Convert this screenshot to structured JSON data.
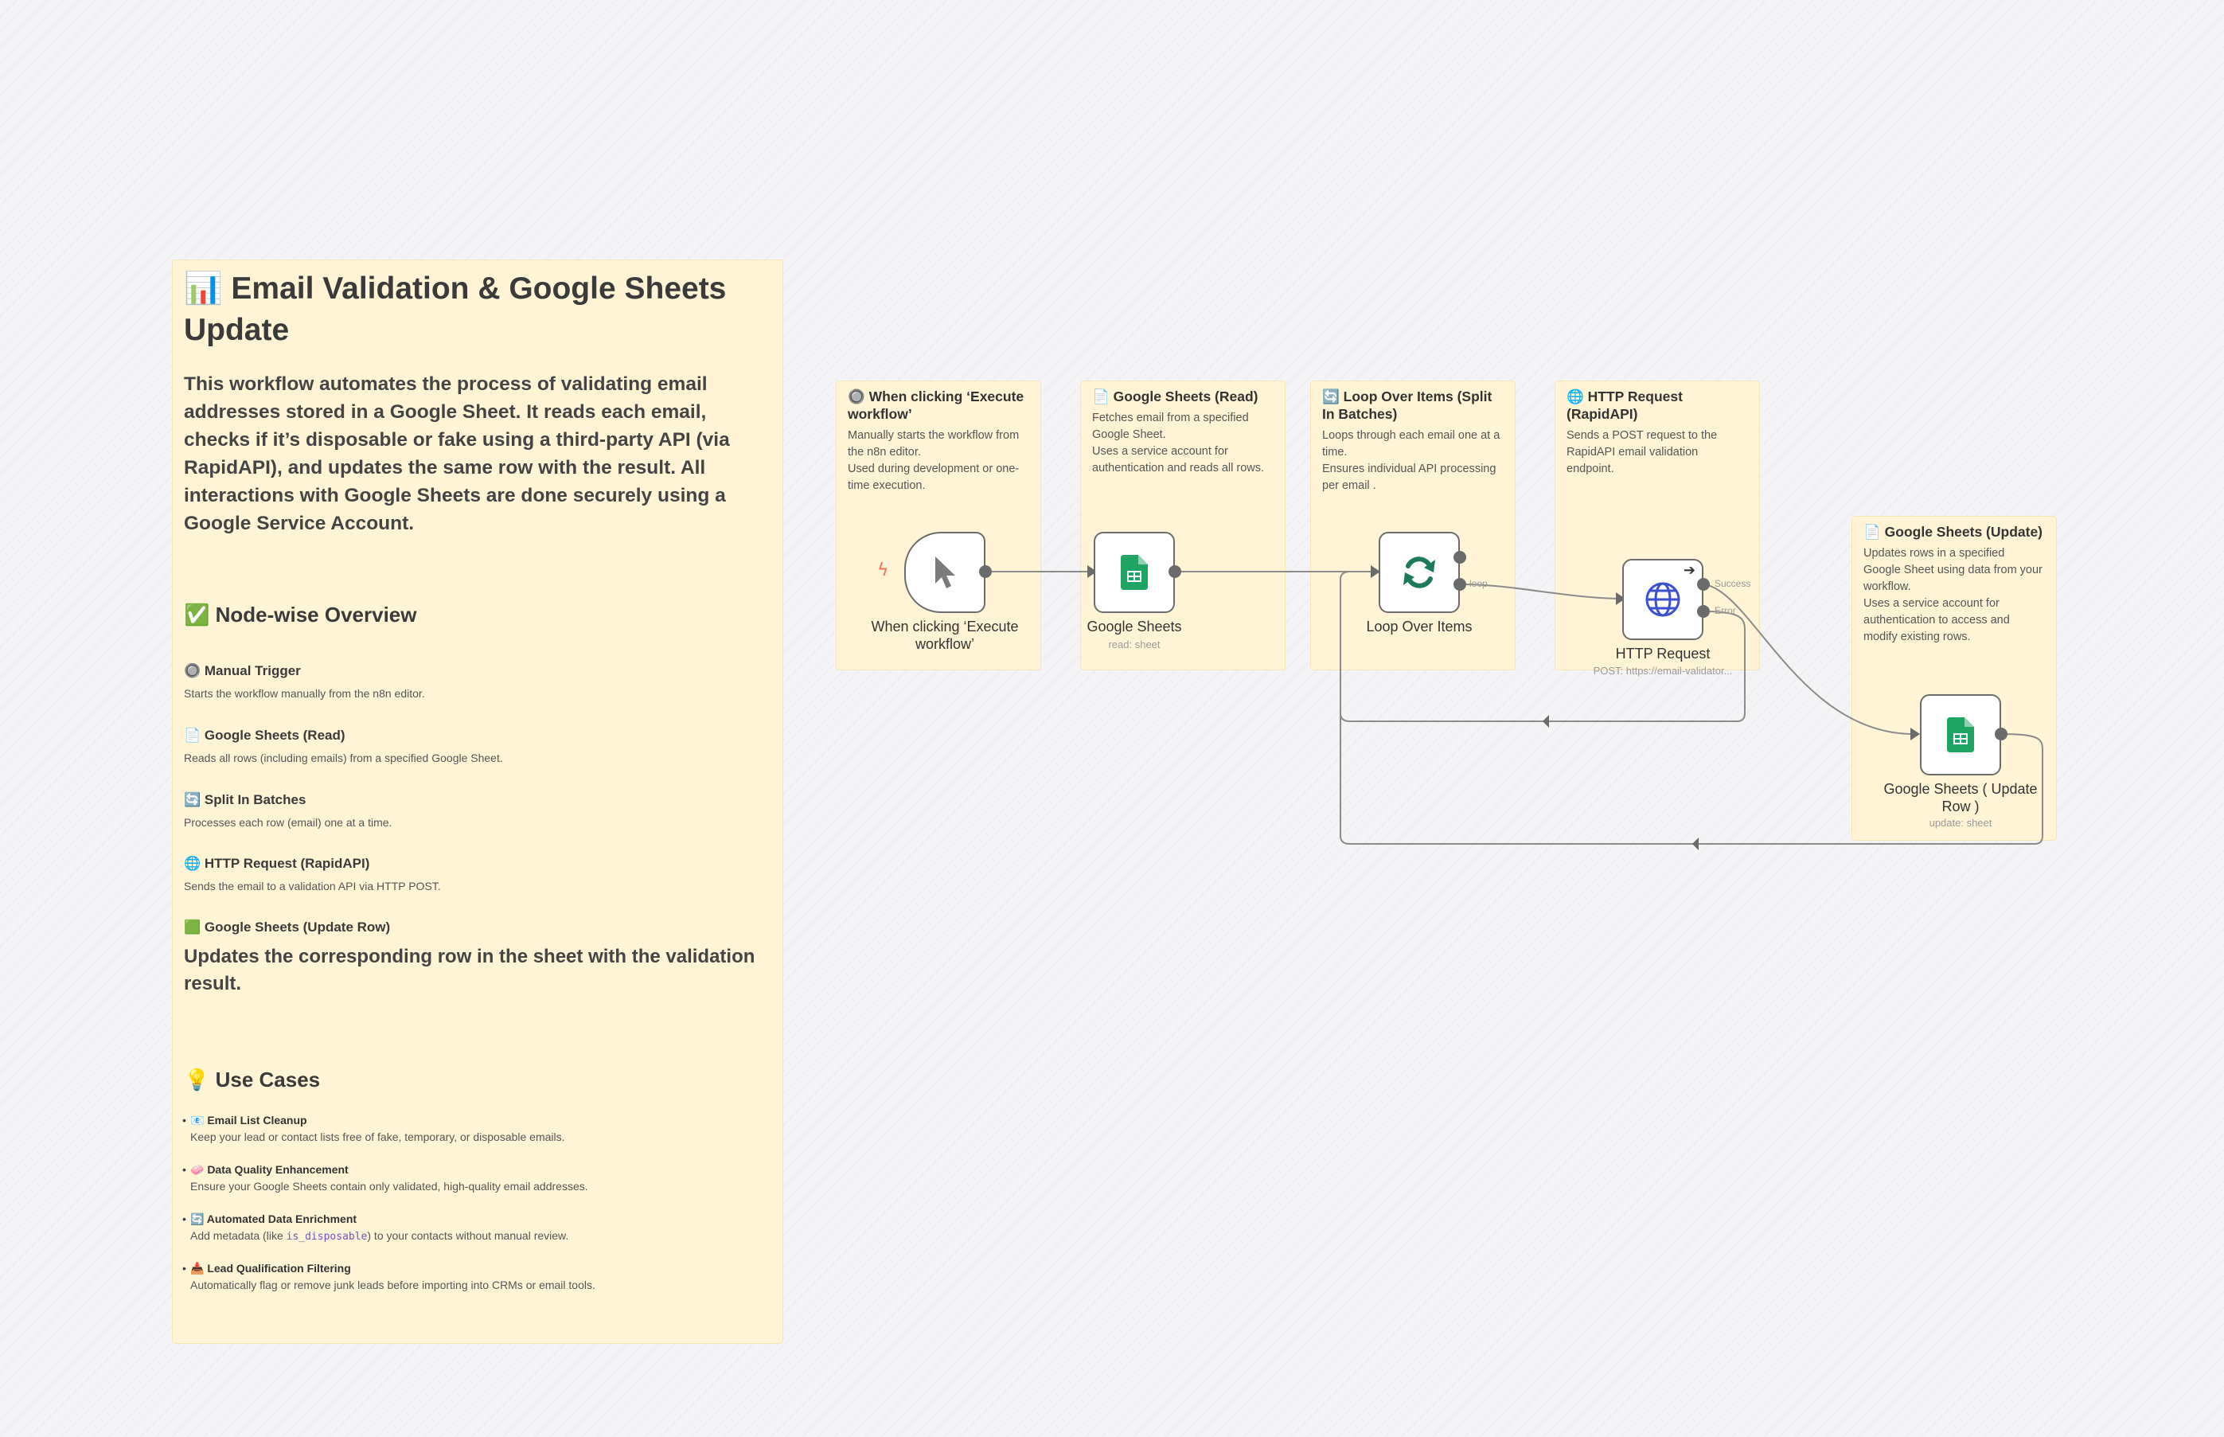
{
  "main_note": {
    "title_icon": "bar-chart-icon",
    "title": "📊 Email Validation & Google Sheets Update",
    "intro": "This workflow automates the process of validating email addresses stored in a Google Sheet. It reads each email, checks if it’s disposable or fake using a third-party API (via RapidAPI), and updates the same row with the result. All interactions with Google Sheets are done securely using a Google Service Account.",
    "overview_title": "✅ Node-wise Overview",
    "overview": [
      {
        "title": "🔘 Manual Trigger",
        "desc": "Starts the workflow manually from the n8n editor."
      },
      {
        "title": "📄 Google Sheets (Read)",
        "desc": "Reads all rows (including emails) from a specified Google Sheet."
      },
      {
        "title": "🔄 Split In Batches",
        "desc": "Processes each row (email) one at a time."
      },
      {
        "title": "🌐 HTTP Request (RapidAPI)",
        "desc": "Sends the email to a validation API via HTTP POST."
      },
      {
        "title": "🟩 Google Sheets (Update Row)",
        "desc": "Updates the corresponding row in the sheet with the validation result."
      }
    ],
    "use_cases_title": "💡 Use Cases",
    "use_cases": [
      {
        "title": "📧 Email List Cleanup",
        "desc": "Keep your lead or contact lists free of fake, temporary, or disposable emails."
      },
      {
        "title": "🧼 Data Quality Enhancement",
        "desc": "Ensure your Google Sheets contain only validated, high-quality email addresses."
      },
      {
        "title": "🔄 Automated Data Enrichment",
        "desc_pre": "Add metadata (like ",
        "desc_code": "is_disposable",
        "desc_post": ") to your contacts without manual review."
      },
      {
        "title": "📥 Lead Qualification Filtering",
        "desc": "Automatically flag or remove junk leads before importing into CRMs or email tools."
      }
    ]
  },
  "stickies": [
    {
      "title": "🔘 When clicking ‘Execute workflow’",
      "desc": "Manually starts the workflow from the n8n editor.\nUsed during development or one-time execution."
    },
    {
      "title": "📄 Google Sheets (Read)",
      "desc": "Fetches email from a specified Google Sheet.\nUses a service account for authentication and reads all rows."
    },
    {
      "title": "🔄 Loop Over Items (Split In Batches)",
      "desc": "Loops through each email one at a time.\nEnsures individual API processing per email ."
    },
    {
      "title": "🌐 HTTP Request (RapidAPI)",
      "desc": "Sends a POST request to the RapidAPI email validation endpoint."
    },
    {
      "title": "📄 Google Sheets (Update)",
      "desc": "Updates rows in a specified Google Sheet using data from your workflow.\nUses a service account for authentication to access and modify existing rows."
    }
  ],
  "nodes": {
    "trigger": {
      "label": "When clicking ‘Execute workflow’",
      "icon": "mouse-pointer-icon"
    },
    "sheets_read": {
      "label": "Google Sheets",
      "sub": "read: sheet",
      "icon": "google-sheets-icon"
    },
    "loop": {
      "label": "Loop Over Items",
      "icon": "refresh-icon"
    },
    "http": {
      "label": "HTTP Request",
      "sub": "POST: https://email-validator...",
      "icon": "globe-icon"
    },
    "sheets_update": {
      "label": "Google Sheets ( Update Row )",
      "sub": "update: sheet",
      "icon": "google-sheets-icon"
    }
  },
  "edge_labels": {
    "loop": "loop",
    "success": "Success",
    "error": "Error"
  },
  "colors": {
    "sticky_bg": "#fff5d6",
    "sheets_green": "#1fa463",
    "loop_green": "#1e7a5a",
    "globe_blue": "#3b4fd1",
    "trigger_red": "#ff6d5a",
    "edge": "#8b8b8b"
  }
}
